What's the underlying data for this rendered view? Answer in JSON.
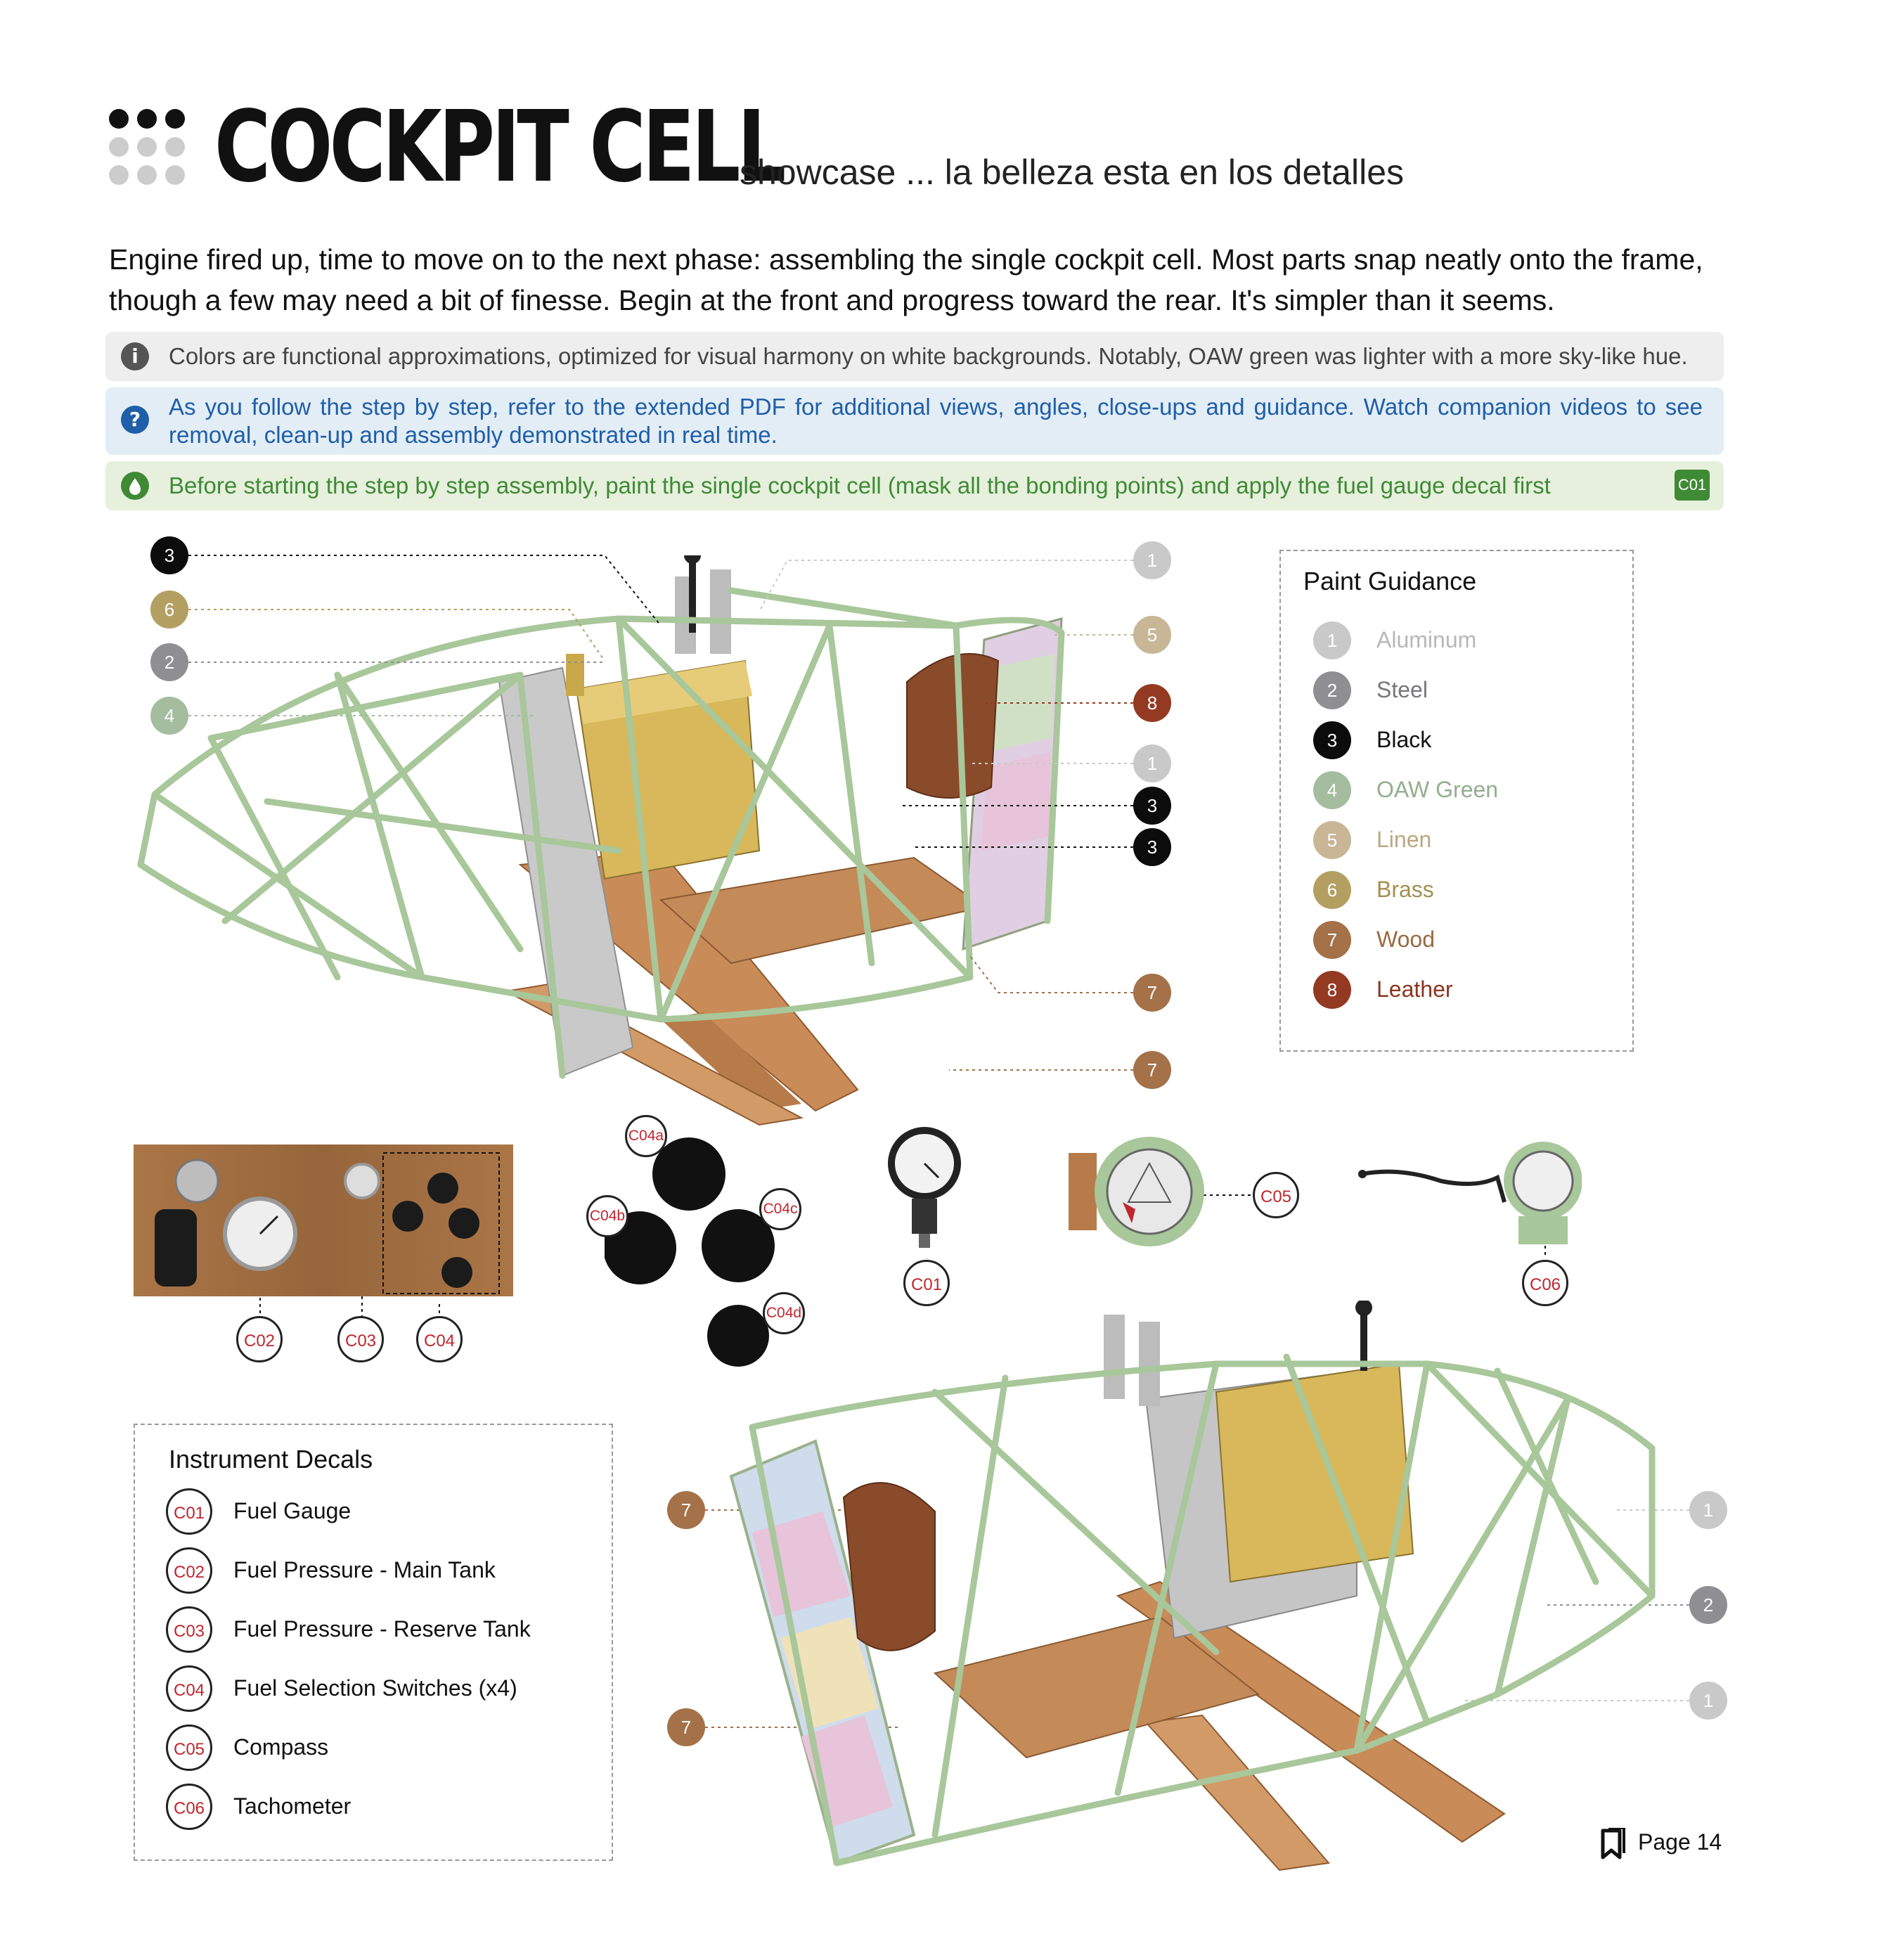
{
  "header": {
    "title": "COCKPIT CELL",
    "subtitle": "showcase ... la belleza esta en los detalles"
  },
  "intro": "Engine fired up, time to move on to the next phase: assembling the single cockpit cell. Most parts snap neatly onto the frame, though a few may need a bit of finesse. Begin at the front and progress toward the rear. It's simpler than it seems.",
  "notes": {
    "info": "Colors are functional approximations, optimized for visual harmony on white backgrounds.  Notably, OAW green was lighter with a more sky-like hue.",
    "help": "As you follow the step by step, refer to the extended PDF for additional views, angles, close-ups and guidance. Watch companion videos to see removal, clean-up and assembly demonstrated in real time.",
    "paint": "Before starting the step by step assembly, paint the single cockpit cell (mask all the bonding points) and apply the fuel gauge decal first",
    "paint_badge": "C01"
  },
  "colors": {
    "aluminum": "#c9c9c9",
    "steel": "#8f8f93",
    "black": "#0c0c0c",
    "oaw_green": "#a4bd9f",
    "linen": "#c8b697",
    "brass": "#b39f62",
    "wood": "#a47148",
    "leather": "#943a22",
    "frame_green": "#b5cfa4"
  },
  "paint_guidance": {
    "title": "Paint Guidance",
    "items": [
      {
        "num": "1",
        "label": "Aluminum",
        "color": "#c9c9c9"
      },
      {
        "num": "2",
        "label": "Steel",
        "color": "#8f8f93"
      },
      {
        "num": "3",
        "label": "Black",
        "color": "#0c0c0c"
      },
      {
        "num": "4",
        "label": "OAW Green",
        "color": "#a4bd9f"
      },
      {
        "num": "5",
        "label": "Linen",
        "color": "#c8b697"
      },
      {
        "num": "6",
        "label": "Brass",
        "color": "#b39f62"
      },
      {
        "num": "7",
        "label": "Wood",
        "color": "#a47148"
      },
      {
        "num": "8",
        "label": "Leather",
        "color": "#943a22"
      }
    ]
  },
  "callouts_top": {
    "left": [
      "3",
      "6",
      "2",
      "4"
    ],
    "right": [
      "1",
      "5",
      "8",
      "1",
      "3",
      "3",
      "7",
      "7"
    ]
  },
  "callouts_bottom": {
    "left": [
      "7",
      "7"
    ],
    "right": [
      "1",
      "2",
      "1"
    ]
  },
  "decal_labels": {
    "c02": "C02",
    "c03": "C03",
    "c04": "C04",
    "c04a": "C04a",
    "c04b": "C04b",
    "c04c": "C04c",
    "c04d": "C04d",
    "c01": "C01",
    "c05": "C05",
    "c06": "C06"
  },
  "instrument_decals": {
    "title": "Instrument Decals",
    "items": [
      {
        "code": "C01",
        "label": "Fuel Gauge"
      },
      {
        "code": "C02",
        "label": "Fuel Pressure - Main Tank"
      },
      {
        "code": "C03",
        "label": "Fuel Pressure - Reserve Tank"
      },
      {
        "code": "C04",
        "label": "Fuel Selection Switches (x4)"
      },
      {
        "code": "C05",
        "label": "Compass"
      },
      {
        "code": "C06",
        "label": "Tachometer"
      }
    ]
  },
  "footer": {
    "page": "Page 14",
    "icon": "bookmark-icon"
  }
}
